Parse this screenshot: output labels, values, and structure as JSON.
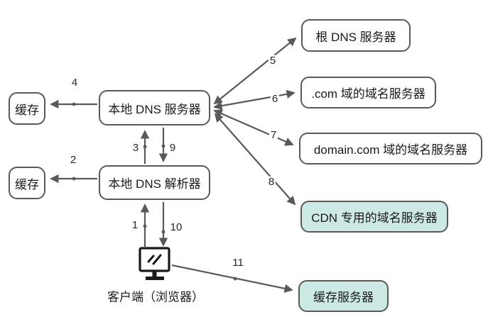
{
  "diagram": {
    "description": "DNS resolution flow with CDN",
    "nodes": {
      "cache_top": "缓存",
      "local_dns_server": "本地 DNS 服务器",
      "cache_bottom": "缓存",
      "local_dns_resolver": "本地 DNS 解析器",
      "root_dns_server": "根 DNS 服务器",
      "com_domain_server": ".com 域的域名服务器",
      "domain_com_server": "domain.com 域的域名服务器",
      "cdn_domain_server": "CDN 专用的域名服务器",
      "cache_server": "缓存服务器",
      "client": "客户端（浏览器）"
    },
    "step_labels": [
      "1",
      "2",
      "3",
      "4",
      "5",
      "6",
      "7",
      "8",
      "9",
      "10",
      "11"
    ],
    "colors": {
      "box_border": "#595959",
      "box_fill": "#ffffff",
      "highlight_fill": "#cde9e5",
      "line": "#595959",
      "monitor_icon": "#1a1a1a",
      "text": "#1a1a1a",
      "background": "#ffffff"
    }
  }
}
